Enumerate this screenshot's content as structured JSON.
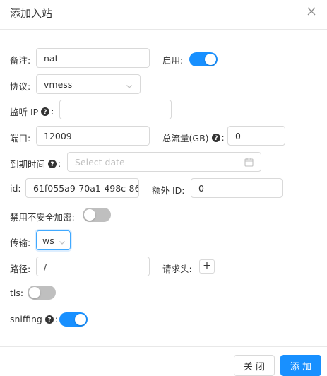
{
  "dialog": {
    "title": "添加入站"
  },
  "form": {
    "remark_label": "备注:",
    "remark_value": "nat",
    "enable_label": "启用:",
    "enable_on": true,
    "protocol_label": "协议:",
    "protocol_value": "vmess",
    "listen_ip_label": "监听 IP",
    "listen_ip_colon": ":",
    "listen_ip_value": "",
    "port_label": "端口:",
    "port_value": "12009",
    "total_traffic_label": "总流量(GB)",
    "total_traffic_colon": ":",
    "total_traffic_value": "0",
    "expire_label": "到期时间",
    "expire_colon": ":",
    "expire_placeholder": "Select date",
    "id_label": "id:",
    "id_value": "61f055a9-70a1-498c-86",
    "alter_id_label": "额外 ID:",
    "alter_id_value": "0",
    "disable_insecure_label": "禁用不安全加密:",
    "disable_insecure_on": false,
    "network_label": "传输:",
    "network_value": "ws",
    "path_label": "路径:",
    "path_value": "/",
    "request_header_label": "请求头:",
    "request_header_add": "+",
    "tls_label": "tls:",
    "tls_on": false,
    "sniffing_label": "sniffing",
    "sniffing_colon": ":",
    "sniffing_on": true
  },
  "footer": {
    "close_label": "关 闭",
    "add_label": "添 加"
  },
  "icons": {
    "close": "close-icon",
    "help": "question-circle-icon",
    "chevron": "chevron-down-icon",
    "calendar": "calendar-icon"
  },
  "colors": {
    "primary": "#1890ff",
    "switch_off": "#bfbfbf",
    "border": "#d9d9d9"
  }
}
